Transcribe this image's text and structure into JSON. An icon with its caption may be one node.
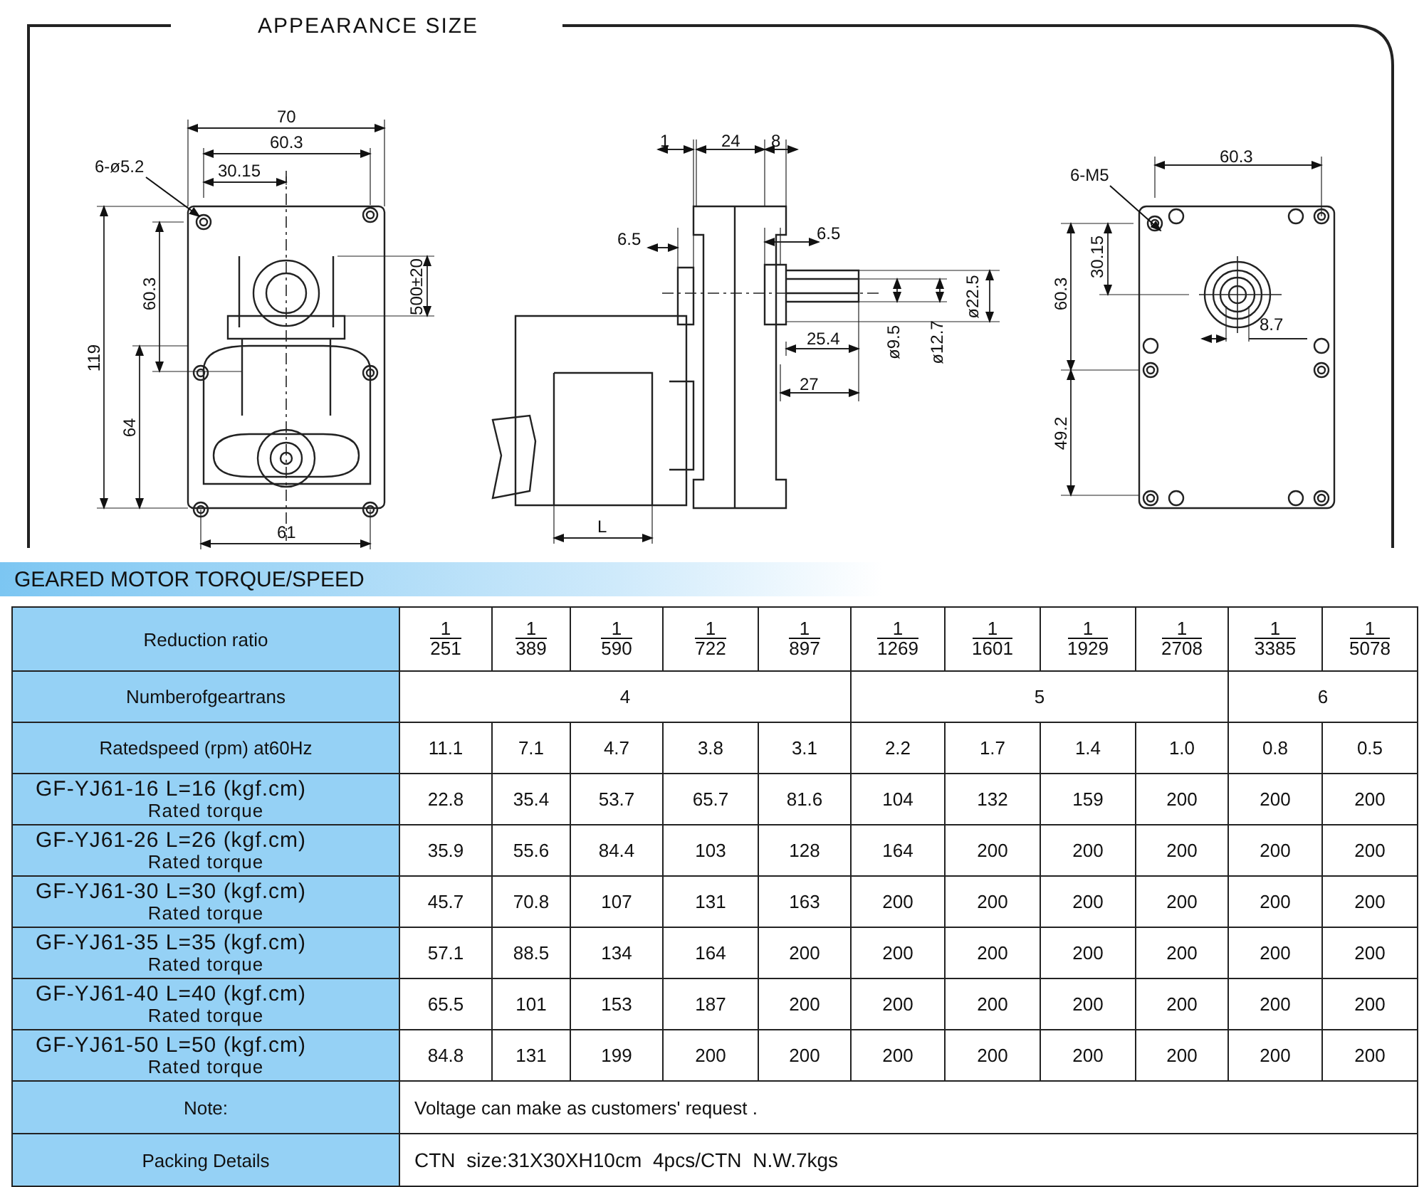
{
  "diagram": {
    "title": "APPEARANCE SIZE",
    "nodes": [
      {
        "text": [
          "6-ø5.2"
        ]
      },
      {
        "text": [
          "6-M5"
        ]
      }
    ],
    "edges": [
      {
        "from": 0,
        "to": null,
        "arrow": "to"
      },
      {
        "from": 1,
        "to": null,
        "arrow": "to"
      }
    ],
    "labels": [
      "70",
      "60.3",
      "30.15",
      "119",
      "60.3",
      "64",
      "500±20",
      "61",
      "1",
      "24",
      "8",
      "6.5",
      "6.5",
      "ø22.5",
      "25.4",
      "ø9.5",
      "ø12.7",
      "27",
      "L",
      "60.3",
      "30.15",
      "60.3",
      "8.7",
      "49.2",
      "GEARED MOTOR TORQUE/SPEED",
      "Reduction ratio",
      "1",
      "251",
      "1",
      "389",
      "1",
      "590",
      "1",
      "722",
      "1",
      "897",
      "1",
      "1269",
      "1",
      "1601",
      "1",
      "1929",
      "1",
      "2708",
      "1",
      "3385",
      "1",
      "5078",
      "Numberofgeartrans",
      "4",
      "5",
      "6",
      "Ratedspeed (rpm) at60Hz",
      "11.1",
      "7.1",
      "4.7",
      "3.8",
      "3.1",
      "2.2",
      "1.7",
      "1.4",
      "1.0",
      "0.8",
      "0.5",
      "GF-YJ61-16 L=16 (kgf.cm)",
      "Rated torque",
      "22.8",
      "35.4",
      "53.7",
      "65.7",
      "81.6",
      "104",
      "132",
      "159",
      "200",
      "200",
      "200",
      "GF-YJ61-26 L=26 (kgf.cm)",
      "Rated torque",
      "35.9",
      "55.6",
      "84.4",
      "103",
      "128",
      "164",
      "200",
      "200",
      "200",
      "200",
      "200",
      "GF-YJ61-30 L=30 (kgf.cm)",
      "Rated torque",
      "45.7",
      "70.8",
      "107",
      "131",
      "163",
      "200",
      "200",
      "200",
      "200",
      "200",
      "200",
      "GF-YJ61-35 L=35 (kgf.cm)",
      "Rated torque",
      "57.1",
      "88.5",
      "134",
      "164",
      "200",
      "200",
      "200",
      "200",
      "200",
      "200",
      "200",
      "GF-YJ61-40 L=40 (kgf.cm)",
      "Rated torque",
      "65.5",
      "101",
      "153",
      "187",
      "200",
      "200",
      "200",
      "200",
      "200",
      "200",
      "200",
      "GF-YJ61-50 L=50 (kgf.cm)",
      "Rated torque",
      "84.8",
      "131",
      "199",
      "200",
      "200",
      "200",
      "200",
      "200",
      "200",
      "200",
      "200",
      "Note:",
      "Voltage can make as customers' request .",
      "Packing Details",
      "CTN size:31X30XH10cm 4pcs/CTN N.W.7kgs"
    ]
  }
}
